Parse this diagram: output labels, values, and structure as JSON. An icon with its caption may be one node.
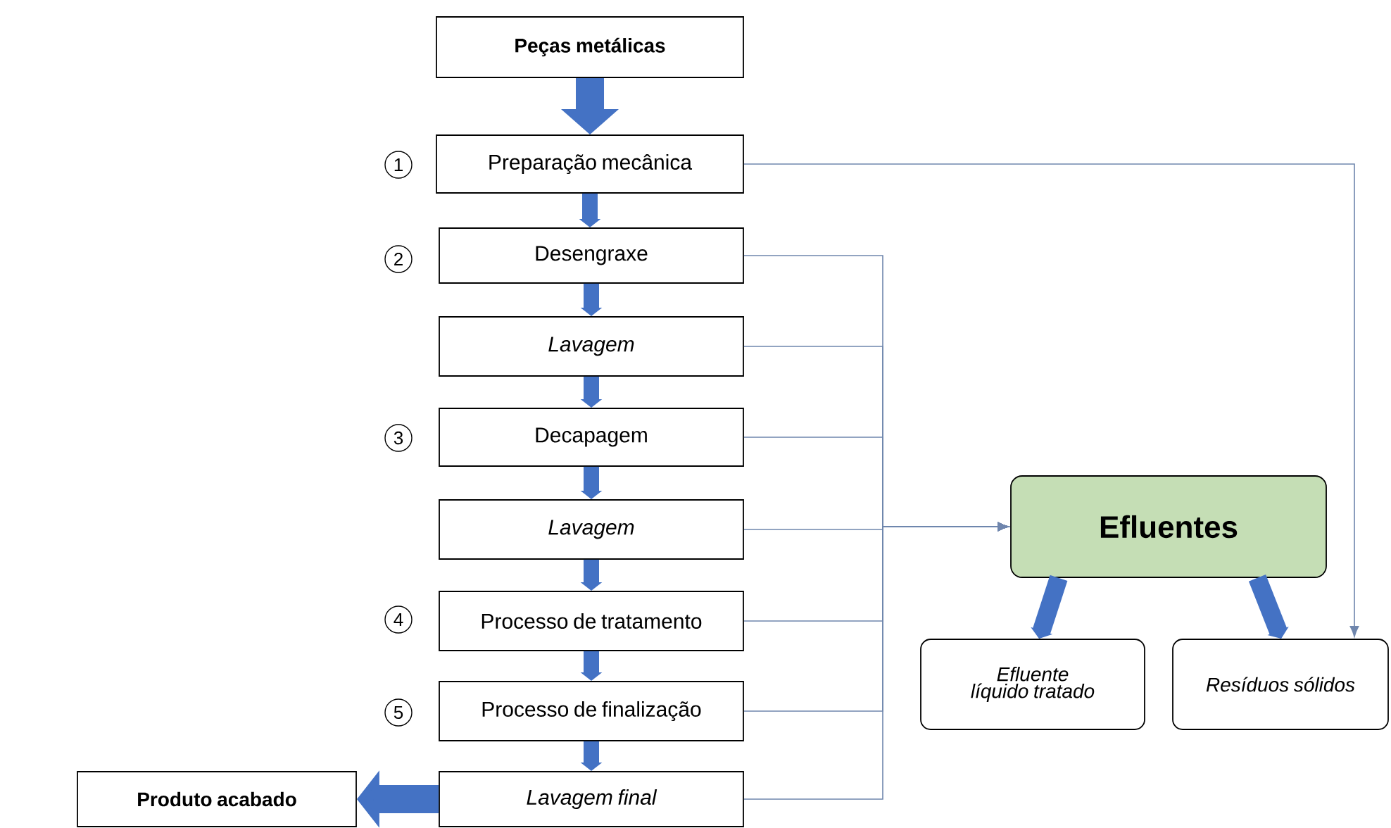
{
  "diagram": {
    "nodes": [
      {
        "text": [
          "Peças metálicas"
        ]
      },
      {
        "text": [
          "Preparação mecânica"
        ]
      },
      {
        "text": [
          "Desengraxe"
        ]
      },
      {
        "text": [
          "Lavagem"
        ]
      },
      {
        "text": [
          "Decapagem"
        ]
      },
      {
        "text": [
          "Lavagem"
        ]
      },
      {
        "text": [
          "Processo de tratamento"
        ]
      },
      {
        "text": [
          "Processo de finalização"
        ]
      },
      {
        "text": [
          "Lavagem final"
        ]
      },
      {
        "text": [
          "Produto acabado"
        ]
      },
      {
        "text": [
          "Efluentes"
        ]
      },
      {
        "text": [
          "Efluente líquido tratado"
        ]
      },
      {
        "text": [
          "Resíduos sólidos"
        ]
      }
    ],
    "edges": [
      {
        "from": 0,
        "to": 1,
        "arrow": "to",
        "style": "thick",
        "color": "#4472c4"
      },
      {
        "from": 1,
        "to": 2,
        "arrow": "to",
        "color": "#4472c4"
      },
      {
        "from": 2,
        "to": 3,
        "arrow": "to",
        "color": "#4472c4"
      },
      {
        "from": 3,
        "to": 4,
        "arrow": "to",
        "color": "#4472c4"
      },
      {
        "from": 4,
        "to": 5,
        "arrow": "to",
        "color": "#4472c4"
      },
      {
        "from": 5,
        "to": 6,
        "arrow": "to",
        "color": "#4472c4"
      },
      {
        "from": 6,
        "to": 7,
        "arrow": "to",
        "color": "#4472c4"
      },
      {
        "from": 7,
        "to": 8,
        "arrow": "to",
        "color": "#4472c4"
      },
      {
        "from": 8,
        "to": 9,
        "arrow": "to",
        "style": "thick",
        "color": "#4472c4"
      },
      {
        "from": 1,
        "to": 12,
        "arrow": "to"
      },
      {
        "from": 2,
        "to": 10,
        "arrow": "to"
      },
      {
        "from": 3,
        "to": 10,
        "arrow": "to"
      },
      {
        "from": 4,
        "to": 10,
        "arrow": "to"
      },
      {
        "from": 5,
        "to": 10,
        "arrow": "to"
      },
      {
        "from": 6,
        "to": 10,
        "arrow": "to"
      },
      {
        "from": 7,
        "to": 10,
        "arrow": "to"
      },
      {
        "from": 8,
        "to": 10,
        "arrow": "to"
      },
      {
        "from": 10,
        "to": 11,
        "arrow": "to",
        "color": "#4472c4"
      },
      {
        "from": 10,
        "to": 12,
        "arrow": "to",
        "color": "#4472c4"
      }
    ],
    "labels": [
      "1",
      "2",
      "3",
      "4",
      "5"
    ]
  }
}
